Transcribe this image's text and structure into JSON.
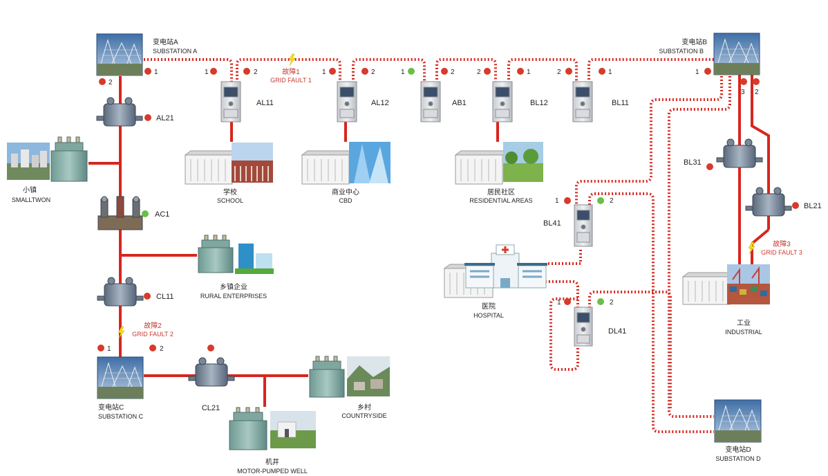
{
  "colors": {
    "line": "#d7261e",
    "node_red": "#d63b2b",
    "node_green": "#6abf45",
    "fault_text": "#c8372d",
    "bolt": "#f5e012"
  },
  "substations": {
    "a": {
      "zh": "变电站A",
      "en": "SUBSTATION A"
    },
    "b": {
      "zh": "变电站B",
      "en": "SUBSTATION B"
    },
    "c": {
      "zh": "变电站C",
      "en": "SUBSTATION C"
    },
    "d": {
      "zh": "变电站D",
      "en": "SUBSTATION D"
    }
  },
  "faults": {
    "f1": {
      "zh": "故障1",
      "en": "GRID FAULT 1"
    },
    "f2": {
      "zh": "故障2",
      "en": "GRID FAULT 2"
    },
    "f3": {
      "zh": "故障3",
      "en": "GRID FAULT 3"
    }
  },
  "cabinets": {
    "al11": "AL11",
    "al12": "AL12",
    "ab1": "AB1",
    "bl12": "BL12",
    "bl11": "BL11",
    "bl41": "BL41",
    "dl41": "DL41"
  },
  "switches": {
    "al21": "AL21",
    "ac1": "AC1",
    "cl11": "CL11",
    "cl21": "CL21",
    "bl31": "BL31",
    "bl21": "BL21"
  },
  "loads": {
    "school": {
      "zh": "学校",
      "en": "SCHOOL"
    },
    "cbd": {
      "zh": "商业中心",
      "en": "CBD"
    },
    "residential": {
      "zh": "居民社区",
      "en": "RESIDENTIAL AREAS"
    },
    "smalltown": {
      "zh": "小镇",
      "en": "SMALLTWON"
    },
    "rural": {
      "zh": "乡镇企业",
      "en": "RURAL ENTERPRISES"
    },
    "hospital": {
      "zh": "医院",
      "en": "HOSPITAL"
    },
    "industrial": {
      "zh": "工业",
      "en": "INDUSTRIAL"
    },
    "countryside": {
      "zh": "乡村",
      "en": "COUNTRYSIDE"
    },
    "well": {
      "zh": "机井",
      "en": "MOTOR-PUMPED  WELL"
    }
  },
  "port_labels": {
    "sa_1": "1",
    "sa_2": "2",
    "al11_1": "1",
    "al11_2": "2",
    "al12_1": "1",
    "al12_2": "2",
    "ab1_1": "1",
    "ab1_2": "2",
    "bl12_1": "1",
    "bl12_2": "2",
    "bl11_1": "1",
    "sb_1": "1",
    "sb_3": "3",
    "sb_2": "2",
    "bl41_1": "1",
    "bl41_2": "2",
    "dl41_1": "1",
    "dl41_2": "2",
    "sc_1": "1",
    "sc_2": "2"
  }
}
